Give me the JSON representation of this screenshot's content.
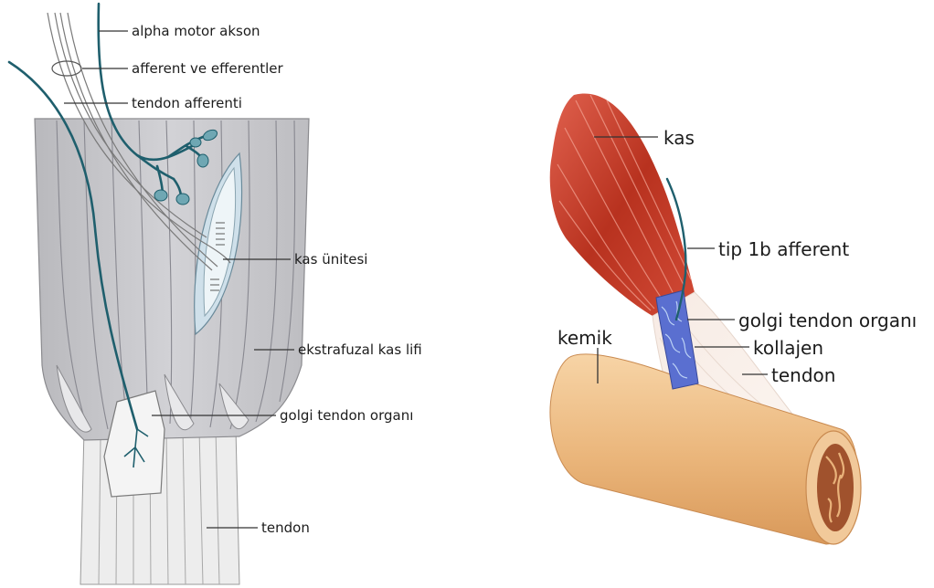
{
  "left_diagram": {
    "labels": {
      "alpha_motor_axon": "alpha motor akson",
      "afferents_efferents": "afferent ve efferentler",
      "tendon_afferent": "tendon afferenti",
      "muscle_unit": "kas ünitesi",
      "extrafusal_fiber": "ekstrafuzal kas lifi",
      "golgi_tendon_organ": "golgi tendon organı",
      "tendon": "tendon"
    }
  },
  "right_diagram": {
    "labels": {
      "muscle": "kas",
      "type_1b_afferent": "tip 1b afferent",
      "golgi_tendon_organ": "golgi tendon organı",
      "bone": "kemik",
      "collagen": "kollajen",
      "tendon": "tendon"
    }
  },
  "colors": {
    "muscle_fiber_gray": "#c9c9cd",
    "fiber_line": "#8b8b90",
    "tendon_pale": "#eeeeee",
    "nerve_teal": "#1f5f6d",
    "muscle_red": "#c0392b",
    "bone_tan": "#f0c08a",
    "collagen_blue": "#5a6fd0"
  }
}
